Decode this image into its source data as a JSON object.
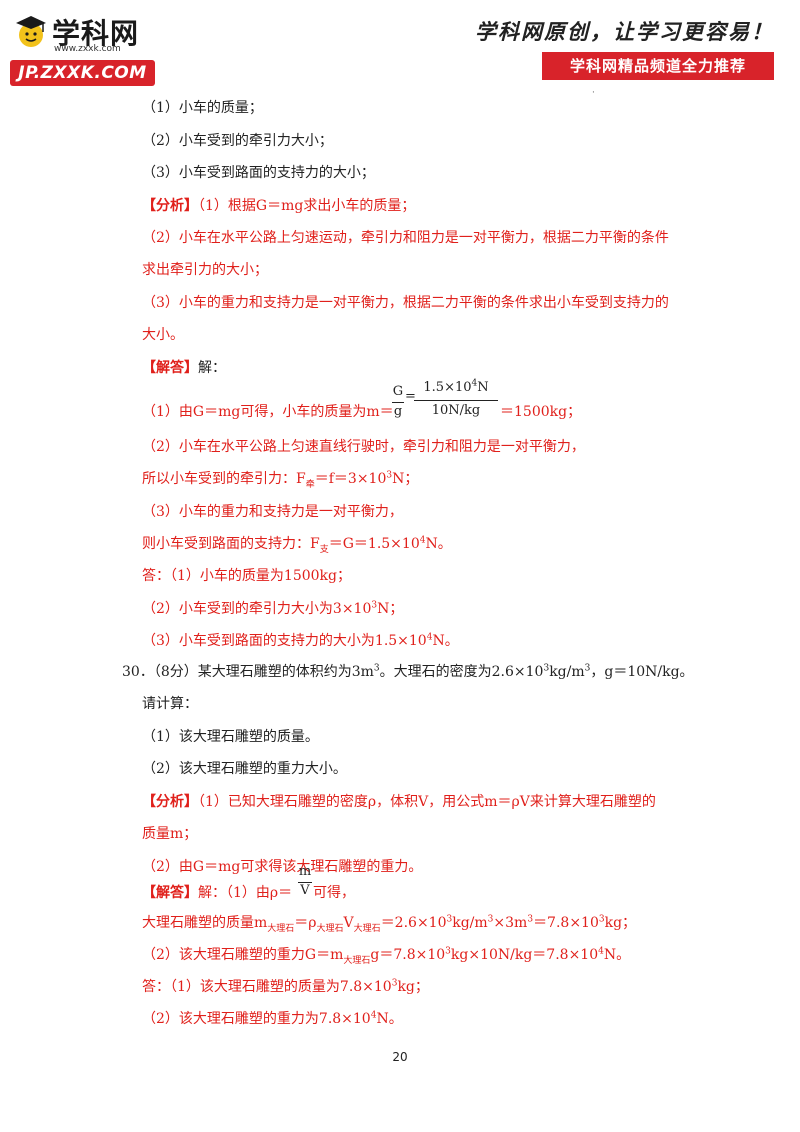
{
  "header": {
    "logo_text": "学科网",
    "logo_url": "www.zxxk.com",
    "logo_band": "JP.ZXXK.COM",
    "slogan": "学科网原创，让学习更容易！",
    "banner": "学科网精品频道全力推荐"
  },
  "lines": {
    "q29_1": "（1）小车的质量；",
    "q29_2": "（2）小车受到的牵引力大小；",
    "q29_3": "（3）小车受到路面的支持力的大小；",
    "a29_tag": "【分析】",
    "a29_1": "（1）根据G＝mg求出小车的质量；",
    "a29_2a": "（2）小车在水平公路上匀速运动，牵引力和阻力是一对平衡力，根据二力平衡的条件",
    "a29_2b": "求出牵引力的大小；",
    "a29_3a": "（3）小车的重力和支持力是一对平衡力，根据二力平衡的条件求出小车受到支持力的",
    "a29_3b": "大小。",
    "sol29_tag": "【解答】",
    "sol29_head": "解：",
    "sol29_1a": "（1）由G＝mg可得，小车的质量为m＝",
    "frac_G": "G",
    "frac_g": "g",
    "frac_eq": "=",
    "frac_num": "1.5×10",
    "frac_num_exp": "4",
    "frac_num_unit": "N",
    "frac_den": "10N/kg",
    "sol29_1b": "＝1500kg；",
    "sol29_2a": "（2）小车在水平公路上匀速直线行驶时，牵引力和阻力是一对平衡力，",
    "sol29_2b_pre": "所以小车受到的牵引力：F",
    "sol29_2b_sub": "牵",
    "sol29_2b_post": "＝f＝3×10",
    "sol29_2b_exp": "3",
    "sol29_2b_unit": "N；",
    "sol29_3a": "（3）小车的重力和支持力是一对平衡力，",
    "sol29_3b_pre": "则小车受到路面的支持力：F",
    "sol29_3b_sub": "支",
    "sol29_3b_post": "＝G＝1.5×10",
    "sol29_3b_exp": "4",
    "sol29_3b_unit": "N。",
    "ans29_pre": "答：",
    "ans29_1": "（1）小车的质量为1500kg；",
    "ans29_2_pre": "（2）小车受到的牵引力大小为3×10",
    "ans29_2_exp": "3",
    "ans29_2_unit": "N；",
    "ans29_3_pre": "（3）小车受到路面的支持力的大小为1.5×10",
    "ans29_3_exp": "4",
    "ans29_3_unit": "N。",
    "q30_pre": "30．（8分）某大理石雕塑的体积约为3m",
    "q30_exp1": "3",
    "q30_mid": "。大理石的密度为2.6×10",
    "q30_exp2": "3",
    "q30_mid2": "kg/m",
    "q30_exp3": "3",
    "q30_post": "，g＝10N/kg。",
    "q30_ask": "请计算：",
    "q30_1": "（1）该大理石雕塑的质量。",
    "q30_2": "（2）该大理石雕塑的重力大小。",
    "a30_tag": "【分析】",
    "a30_1a": "（1）已知大理石雕塑的密度ρ，体积V，用公式m＝ρV来计算大理石雕塑的",
    "a30_1b": "质量m；",
    "a30_2": "（2）由G＝mg可求得该大理石雕塑的重力。",
    "sol30_tag": "【解答】",
    "sol30_head": "解：（1）由ρ＝",
    "frac_m": "m",
    "frac_V": "V",
    "sol30_head_post": "可得，",
    "sol30_1_pre": "大理石雕塑的质量m",
    "sol30_1_sub1": "大理石",
    "sol30_1_mid": "＝ρ",
    "sol30_1_sub2": "大理石",
    "sol30_1_mid2": "V",
    "sol30_1_sub3": "大理石",
    "sol30_1_val": "＝2.6×10",
    "sol30_1_e1": "3",
    "sol30_1_u1": "kg/m",
    "sol30_1_e2": "3",
    "sol30_1_x": "×3m",
    "sol30_1_e3": "3",
    "sol30_1_res": "＝7.8×10",
    "sol30_1_e4": "3",
    "sol30_1_u2": "kg；",
    "sol30_2_pre": "（2）该大理石雕塑的重力G＝m",
    "sol30_2_sub": "大理石",
    "sol30_2_val": "g＝7.8×10",
    "sol30_2_e1": "3",
    "sol30_2_mid": "kg×10N/kg＝7.8×10",
    "sol30_2_e2": "4",
    "sol30_2_unit": "N。",
    "ans30_1_pre": "答：（1）该大理石雕塑的质量为7.8×10",
    "ans30_1_exp": "3",
    "ans30_1_unit": "kg；",
    "ans30_2_pre": "（2）该大理石雕塑的重力为7.8×10",
    "ans30_2_exp": "4",
    "ans30_2_unit": "N。"
  },
  "page_number": "20"
}
